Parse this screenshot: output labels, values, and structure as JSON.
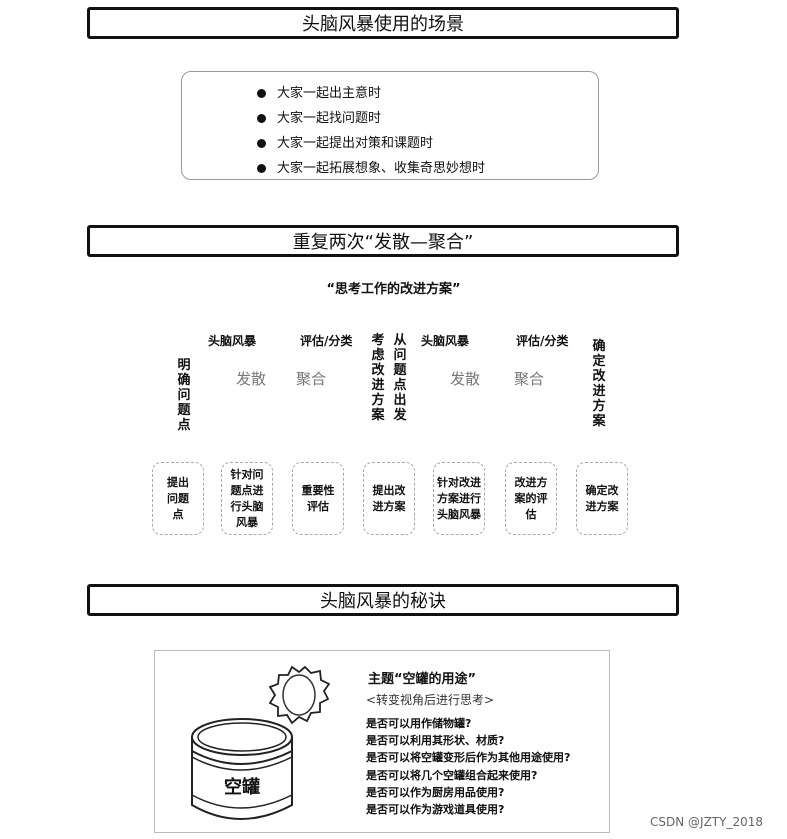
{
  "headers": {
    "scenes": "头脑风暴使用的场景",
    "repeat": "重复两次“发散—聚合”",
    "secrets": "头脑风暴的秘诀"
  },
  "scenes": [
    "大家一起出主意时",
    "大家一起找问题时",
    "大家一起提出对策和课题时",
    "大家一起拓展想象、收集奇思妙想时"
  ],
  "process": {
    "title": "“思考工作的改进方案”",
    "clarify": "明确问题点",
    "brainstorm1": "头脑风暴",
    "evaluate1": "评估/分类",
    "consider": "考虑改进方案",
    "from_problem": "从问题点出发",
    "brainstorm2": "头脑风暴",
    "evaluate2": "评估/分类",
    "confirm": "确定改进方案",
    "diverge1": "发散",
    "converge1": "聚合",
    "diverge2": "发散",
    "converge2": "聚合",
    "steps": [
      "提出问题点",
      "针对问题点进行头脑风暴",
      "重要性评估",
      "提出改进方案",
      "针对改进方案进行头脑风暴",
      "改进方案的评估",
      "确定改进方案"
    ]
  },
  "tips": {
    "title": "主题“空罐的用途”",
    "subtitle": "<转变视角后进行思考>",
    "lines": [
      "是否可以用作储物罐?",
      "是否可以利用其形状、材质?",
      "是否可以将空罐变形后作为其他用途使用?",
      "是否可以将几个空罐组合起来使用?",
      "是否可以作为厨房用品使用?",
      "是否可以作为游戏道具使用?"
    ],
    "can_label": "空罐",
    "can_icon": "empty-can-icon",
    "lid_icon": "jagged-lid-icon"
  },
  "watermark": "CSDN @JZTY_2018"
}
